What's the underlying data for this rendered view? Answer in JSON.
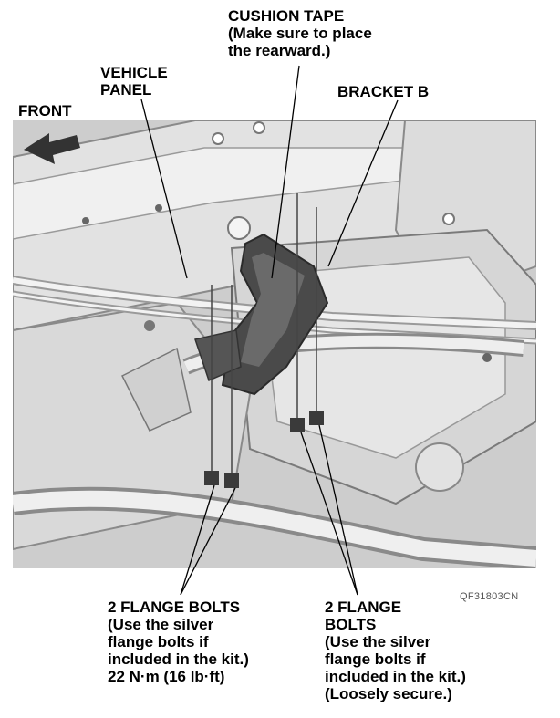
{
  "labels": {
    "cushion_tape": "CUSHION TAPE\n(Make sure to place\nthe rearward.)",
    "vehicle_panel": "VEHICLE\nPANEL",
    "bracket_b": "BRACKET B",
    "front": "FRONT",
    "flange_bolts_left": "2 FLANGE BOLTS\n(Use the silver\nflange bolts if\nincluded in the kit.)\n22 N·m (16 lb·ft)",
    "flange_bolts_right": "2 FLANGE\nBOLTS\n(Use the silver\nflange bolts if\nincluded in the kit.)\n(Loosely secure.)"
  },
  "figure_code": "QF31803CN",
  "colors": {
    "panel": "#c9c9c9",
    "bracket": "#4a4a4a",
    "outline": "#555555"
  }
}
